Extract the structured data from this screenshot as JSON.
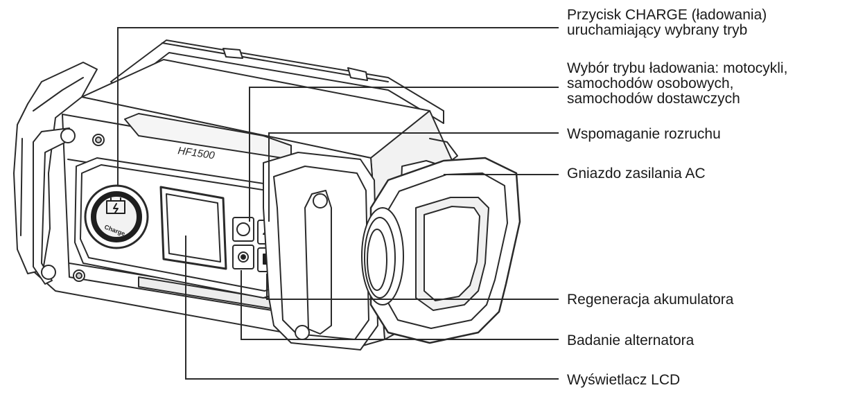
{
  "device": {
    "model_label": "HF1500",
    "charge_button_text": "Charge"
  },
  "callouts": [
    {
      "id": "charge-button",
      "text": "Przycisk CHARGE (ładowania)\nuruchamiający wybrany tryb"
    },
    {
      "id": "mode-select",
      "text": "Wybór trybu ładowania: motocykli,\nsamochodów osobowych,\nsamochodów dostawczych"
    },
    {
      "id": "jump-start",
      "text": "Wspomaganie rozruchu"
    },
    {
      "id": "ac-socket",
      "text": "Gniazdo zasilania AC"
    },
    {
      "id": "battery-regeneration",
      "text": "Regeneracja akumulatora"
    },
    {
      "id": "alternator-test",
      "text": "Badanie alternatora"
    },
    {
      "id": "lcd-display",
      "text": "Wyświetlacz LCD"
    }
  ],
  "colors": {
    "line": "#2a2a2a",
    "body_fill": "#ffffff",
    "shade": "#e6e6e6",
    "dark": "#3a3a3a"
  }
}
